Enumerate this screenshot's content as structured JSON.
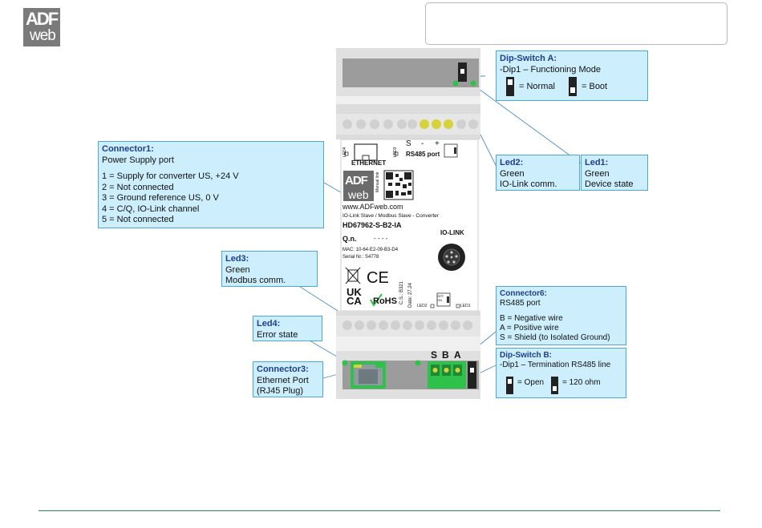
{
  "logo": {
    "line1": "ADF",
    "line2": "web"
  },
  "device": {
    "ethernet_label": "ETHERNET",
    "led3_label": "LED3",
    "led4_label": "LED4",
    "rs485_port_label": "RS485 port",
    "terminal_s": "S",
    "terminal_minus": "-",
    "terminal_plus": "+",
    "dip_label": "OFF ON",
    "website": "www.ADFweb.com",
    "product_desc": "IO-Link Slave / Modbus Slave - Converter",
    "part_number": "HD67962-S-B2-IA",
    "qn_label": "Q.n.",
    "qn_value": "- - - -",
    "mac": "MAC: 10-64-E2-09-B3-D4",
    "serial": "Serial Nr.: S4778",
    "ce_mark": "CE",
    "ukca_top": "UK",
    "ukca_bottom": "CA",
    "rohs": "RoHS",
    "cs": "C.S.: B321",
    "date": "Date: 27.24",
    "iolink_label": "IO-LINK",
    "led2_label": "LED2",
    "led1_label": "LED1",
    "manual_link": "Manual link",
    "sba_s": "S",
    "sba_b": "B",
    "sba_a": "A"
  },
  "callouts": {
    "dip_switch_a": {
      "title": "Dip-Switch A:",
      "line1": "-Dip1 – Functioning Mode",
      "normal": "= Normal",
      "boot": "= Boot"
    },
    "connector1": {
      "title": "Connector1:",
      "subtitle": "Power Supply port",
      "items": [
        "1 = Supply for converter US, +24 V",
        "2 = Not connected",
        "3 = Ground reference US, 0 V",
        "4 = C/Q, IO-Link channel",
        "5 = Not connected"
      ]
    },
    "led2": {
      "title": "Led2:",
      "line1": "Green",
      "line2": "IO-Link comm."
    },
    "led1": {
      "title": "Led1:",
      "line1": "Green",
      "line2": "Device state"
    },
    "led3": {
      "title": "Led3:",
      "line1": "Green",
      "line2": "Modbus comm."
    },
    "led4": {
      "title": "Led4:",
      "line1": "Error state"
    },
    "connector3": {
      "title": "Connector3:",
      "line1": "Ethernet Port",
      "line2": "(RJ45 Plug)"
    },
    "connector6": {
      "title": "Connector6:",
      "subtitle": "RS485 port",
      "items": [
        "B = Negative wire",
        "A = Positive wire",
        "S = Shield (to Isolated Ground)"
      ]
    },
    "dip_switch_b": {
      "title": "Dip-Switch B:",
      "line1": "-Dip1 – Termination RS485 line",
      "open": "= Open",
      "ohm": "= 120 ohm"
    }
  },
  "colors": {
    "callout_bg": "#cdeefc",
    "callout_border": "#4da6d9",
    "callout_title": "#1f3f8a",
    "terminal_green": "#2ec24a",
    "led_yellow": "#d7d23a",
    "device_grey": "#d9d9d9"
  }
}
